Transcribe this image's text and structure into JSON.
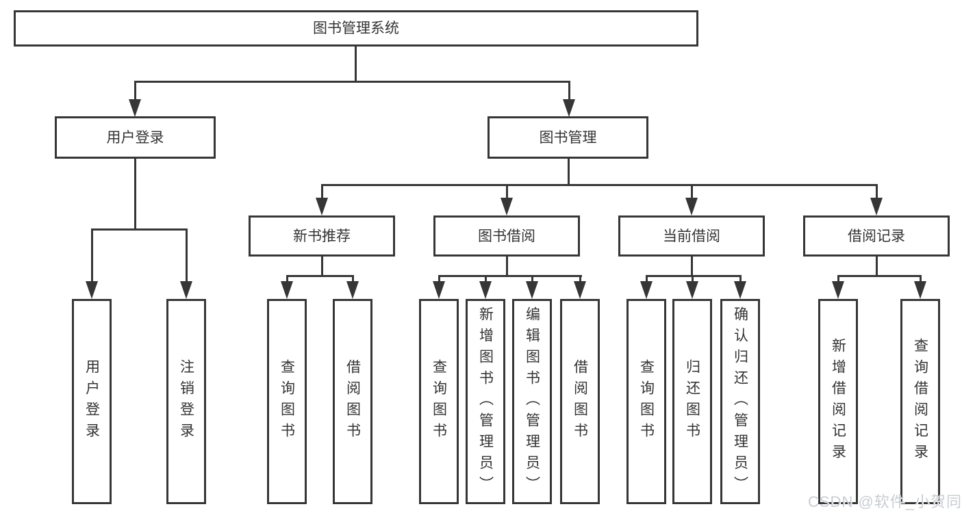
{
  "nodes": {
    "root": "图书管理系统",
    "login": {
      "label": "用户登录",
      "leaves": [
        "用户登录",
        "注销登录"
      ]
    },
    "management": {
      "label": "图书管理",
      "groups": [
        {
          "label": "新书推荐",
          "leaves": [
            "查询图书",
            "借阅图书"
          ]
        },
        {
          "label": "图书借阅",
          "leaves": [
            "查询图书",
            "新增图书（管理员）",
            "编辑图书（管理员）",
            "借阅图书"
          ]
        },
        {
          "label": "当前借阅",
          "leaves": [
            "查询图书",
            "归还图书",
            "确认归还（管理员）"
          ]
        },
        {
          "label": "借阅记录",
          "leaves": [
            "新增借阅记录",
            "查询借阅记录"
          ]
        }
      ]
    }
  },
  "watermark": {
    "text": "CSDN @软件_小贺同学"
  },
  "colors": {
    "line": "#363636",
    "text": "#333333",
    "background": "#ffffff",
    "watermark": "#c9cdd2"
  }
}
